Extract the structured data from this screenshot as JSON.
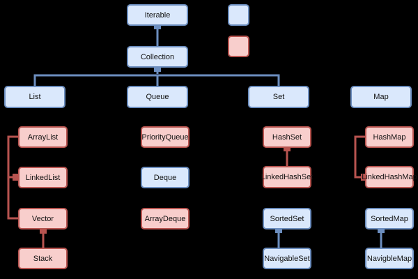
{
  "colors": {
    "background": "#000000",
    "interface_fill": "#dae8fc",
    "interface_stroke": "#6c8ebf",
    "class_fill": "#f8cecc",
    "class_stroke": "#b85450"
  },
  "nodes": {
    "iterable": "Iterable",
    "collection": "Collection",
    "list": "List",
    "queue": "Queue",
    "set": "Set",
    "map": "Map",
    "arraylist": "ArrayList",
    "linkedlist": "LinkedList",
    "vector": "Vector",
    "stack": "Stack",
    "priorityqueue": "PriorityQueue",
    "deque": "Deque",
    "arraydeque": "ArrayDeque",
    "hashset": "HashSet",
    "linkedhashset": "LinkedHashSet",
    "sortedset": "SortedSet",
    "navigableset": "NavigableSet",
    "hashmap": "HashMap",
    "linkedhashmap": "LinkedHashMap",
    "sortedmap": "SortedMap",
    "navigablemap": "NavigbleMap"
  },
  "legend": {
    "interface_swatch": "interface-blue",
    "class_swatch": "class-red"
  }
}
